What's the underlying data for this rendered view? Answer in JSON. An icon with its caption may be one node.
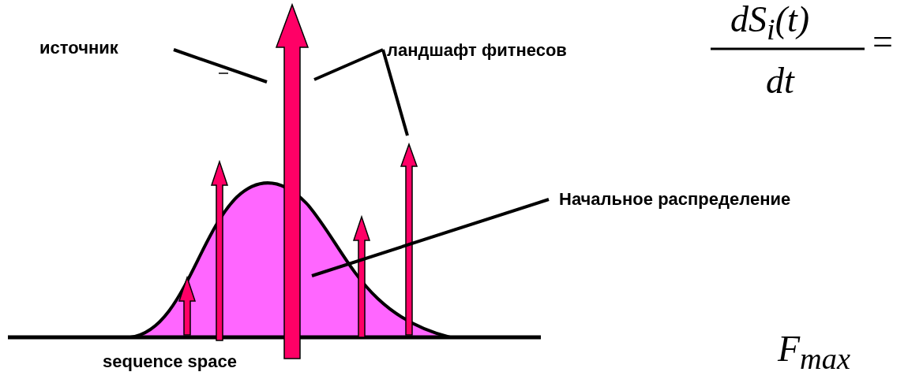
{
  "diagram": {
    "nodes": [
      {
        "text": [
          "источник"
        ]
      },
      {
        "text": [],
        "shape": "arrow"
      },
      {
        "text": [
          "ландшафт фитнесов"
        ]
      },
      {
        "text": [],
        "shape": "arrow"
      },
      {
        "text": [
          "Начальное распределение"
        ]
      },
      {
        "text": [],
        "shape": "curve"
      }
    ],
    "edges": [
      {
        "from": 0,
        "to": 1,
        "arrow": "none"
      },
      {
        "from": 2,
        "to": 1,
        "arrow": "none"
      },
      {
        "from": 2,
        "to": 3,
        "arrow": "none"
      },
      {
        "from": 4,
        "to": 5,
        "arrow": "none"
      }
    ],
    "labels": [
      "sequence space",
      "dS$_{i}$(t)",
      "dt",
      "=",
      "F$_{max}$"
    ]
  }
}
